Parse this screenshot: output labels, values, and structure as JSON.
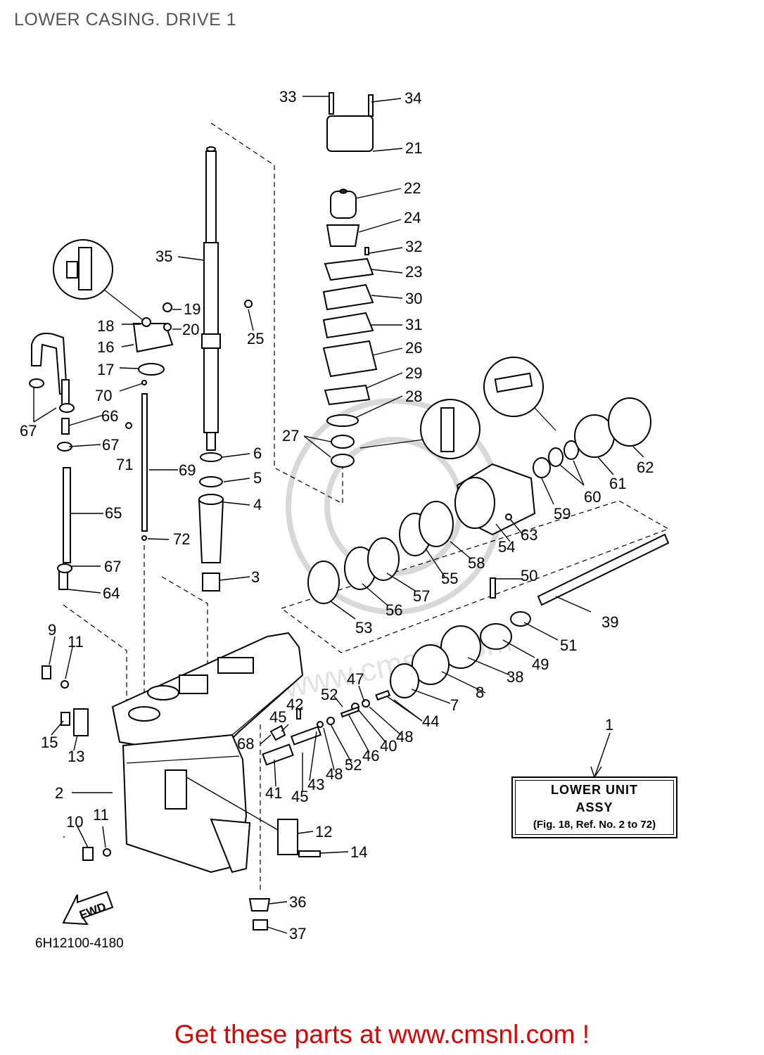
{
  "title": "LOWER CASING. DRIVE 1",
  "drawing_code": "6H12100-4180",
  "fwd_label": "FWD",
  "watermark": "www.cmsnl.com",
  "assy_box": {
    "line1": "LOWER UNIT",
    "line2": "ASSY",
    "line3": "(Fig. 18, Ref. No. 2 to 72)"
  },
  "promo": "Get these parts at www.cmsnl.com !",
  "callouts": [
    "1",
    "2",
    "3",
    "4",
    "5",
    "6",
    "7",
    "8",
    "9",
    "10",
    "11",
    "11",
    "12",
    "13",
    "14",
    "15",
    "16",
    "17",
    "18",
    "19",
    "20",
    "21",
    "22",
    "23",
    "24",
    "25",
    "26",
    "27",
    "28",
    "29",
    "30",
    "31",
    "32",
    "33",
    "34",
    "35",
    "36",
    "37",
    "38",
    "39",
    "40",
    "41",
    "42",
    "43",
    "44",
    "45",
    "45",
    "46",
    "47",
    "48",
    "48",
    "49",
    "50",
    "51",
    "52",
    "52",
    "53",
    "54",
    "55",
    "56",
    "57",
    "58",
    "59",
    "60",
    "61",
    "62",
    "63",
    "64",
    "65",
    "66",
    "67",
    "67",
    "67",
    "68",
    "69",
    "70",
    "71",
    "72"
  ]
}
